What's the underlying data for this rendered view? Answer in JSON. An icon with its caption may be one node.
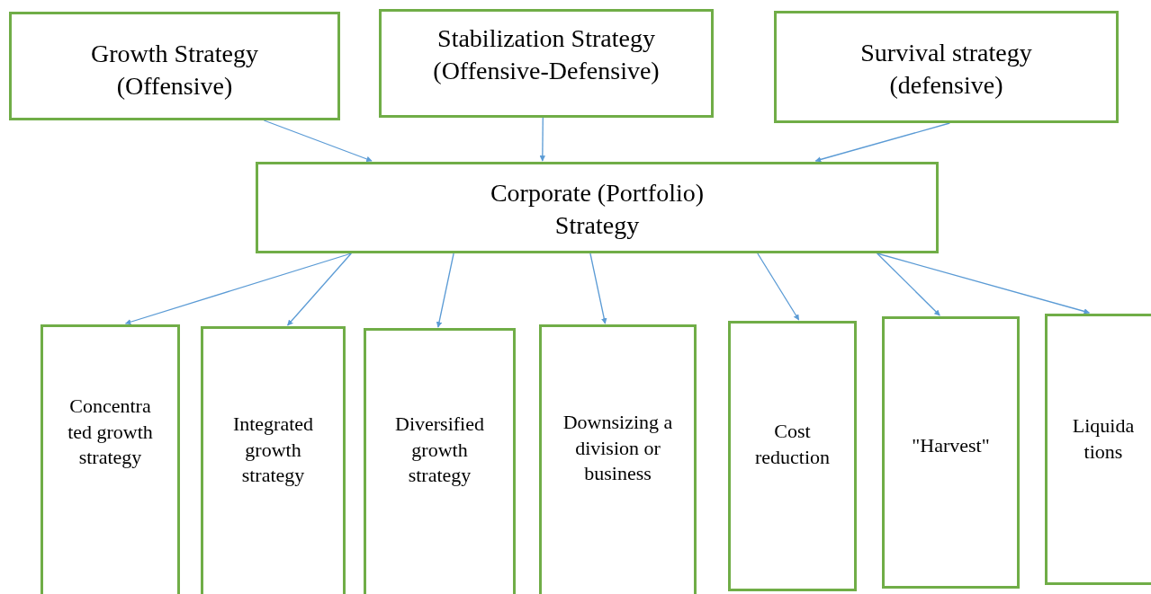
{
  "diagram": {
    "nodes": [
      {
        "text": [
          "Growth Strategy (Offensive)"
        ]
      },
      {
        "text": [
          "Stabilization Strategy (Offensive-Defensive)"
        ]
      },
      {
        "text": [
          "Survival strategy (defensive)"
        ]
      },
      {
        "text": [
          "Corporate (Portfolio) Strategy"
        ]
      },
      {
        "text": [
          "Concentra ted growth strategy"
        ]
      },
      {
        "text": [
          "Integrated growth strategy"
        ]
      },
      {
        "text": [
          "Diversified growth strategy"
        ]
      },
      {
        "text": [
          "Downsizing a division or business"
        ]
      },
      {
        "text": [
          "Cost reduction"
        ]
      },
      {
        "text": [
          "\"Harvest\""
        ]
      },
      {
        "text": [
          "Liquida tions"
        ]
      }
    ],
    "edges": [
      {
        "from": 0,
        "to": 3,
        "arrow": "to"
      },
      {
        "from": 1,
        "to": 3,
        "arrow": "to"
      },
      {
        "from": 2,
        "to": 3,
        "arrow": "to"
      },
      {
        "from": 3,
        "to": 4,
        "arrow": "to"
      },
      {
        "from": 3,
        "to": 5,
        "arrow": "to"
      },
      {
        "from": 3,
        "to": 6,
        "arrow": "to"
      },
      {
        "from": 3,
        "to": 7,
        "arrow": "to"
      },
      {
        "from": 3,
        "to": 8,
        "arrow": "to"
      },
      {
        "from": 3,
        "to": 9,
        "arrow": "to"
      },
      {
        "from": 3,
        "to": 10,
        "arrow": "to"
      }
    ]
  }
}
